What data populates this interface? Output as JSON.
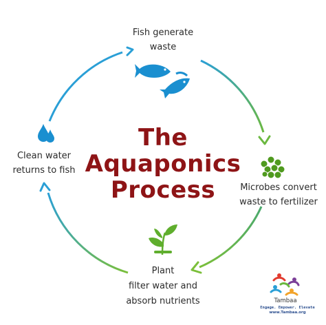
{
  "title": {
    "line1": "The",
    "line2": "Aquaponics",
    "line3": "Process"
  },
  "steps": [
    {
      "line1": "Fish generate",
      "line2": "waste",
      "icon": "fish-icon"
    },
    {
      "line1": "Microbes convert",
      "line2": "waste to fertilizer",
      "icon": "microbes-icon"
    },
    {
      "line1": "Plant",
      "line2": "filter water and",
      "line3": "absorb nutrients",
      "icon": "plant-icon"
    },
    {
      "line1": "Clean water",
      "line2": "returns to fish",
      "icon": "water-drops-icon"
    }
  ],
  "brand": {
    "name": "Tambaa",
    "tagline": "Engage. Empower. Elevate",
    "url": "www.Tambaa.org"
  },
  "colors": {
    "title": "#8e1416",
    "arc_blue": "#2a9fd6",
    "arc_green": "#7bbf3a",
    "microbe_green": "#4f9a1e",
    "plant_green": "#5fae2d"
  }
}
